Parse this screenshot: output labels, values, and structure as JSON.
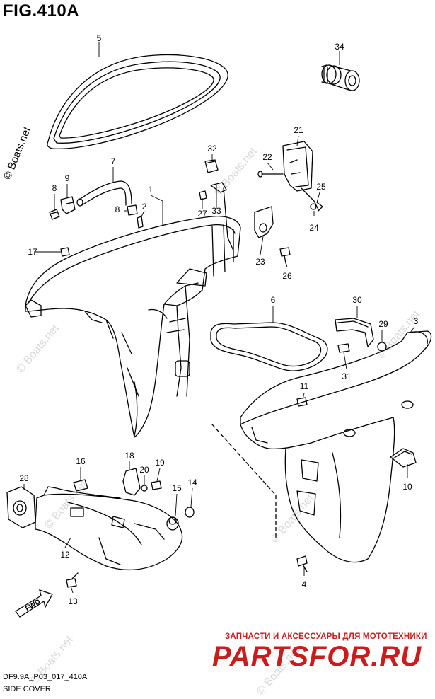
{
  "figure": {
    "title": "FIG.410A",
    "code": "DF9.9A_P03_017_410A",
    "name": "SIDE COVER",
    "copyright": "© Boats.net",
    "watermark": "© Boats.net"
  },
  "vendor": {
    "tagline": "ЗАПЧАСТИ И АКСЕССУАРЫ ДЛЯ МОТОТЕХНИКИ",
    "logo": "PARTSFOR.RU",
    "color": "#c91d1d"
  },
  "direction_arrow": {
    "label": "FWD"
  },
  "callouts": [
    {
      "id": "c1",
      "label": "1"
    },
    {
      "id": "c2",
      "label": "2"
    },
    {
      "id": "c3",
      "label": "3"
    },
    {
      "id": "c4",
      "label": "4"
    },
    {
      "id": "c5",
      "label": "5"
    },
    {
      "id": "c6",
      "label": "6"
    },
    {
      "id": "c7",
      "label": "7"
    },
    {
      "id": "c8a",
      "label": "8"
    },
    {
      "id": "c8b",
      "label": "8"
    },
    {
      "id": "c9",
      "label": "9"
    },
    {
      "id": "c10",
      "label": "10"
    },
    {
      "id": "c11",
      "label": "11"
    },
    {
      "id": "c12",
      "label": "12"
    },
    {
      "id": "c13",
      "label": "13"
    },
    {
      "id": "c14",
      "label": "14"
    },
    {
      "id": "c15",
      "label": "15"
    },
    {
      "id": "c16",
      "label": "16"
    },
    {
      "id": "c17",
      "label": "17"
    },
    {
      "id": "c18",
      "label": "18"
    },
    {
      "id": "c19",
      "label": "19"
    },
    {
      "id": "c20",
      "label": "20"
    },
    {
      "id": "c21",
      "label": "21"
    },
    {
      "id": "c22",
      "label": "22"
    },
    {
      "id": "c23",
      "label": "23"
    },
    {
      "id": "c24",
      "label": "24"
    },
    {
      "id": "c25",
      "label": "25"
    },
    {
      "id": "c26",
      "label": "26"
    },
    {
      "id": "c27",
      "label": "27"
    },
    {
      "id": "c28",
      "label": "28"
    },
    {
      "id": "c29",
      "label": "29"
    },
    {
      "id": "c30",
      "label": "30"
    },
    {
      "id": "c31",
      "label": "31"
    },
    {
      "id": "c32",
      "label": "32"
    },
    {
      "id": "c33",
      "label": "33"
    },
    {
      "id": "c34",
      "label": "34"
    }
  ]
}
